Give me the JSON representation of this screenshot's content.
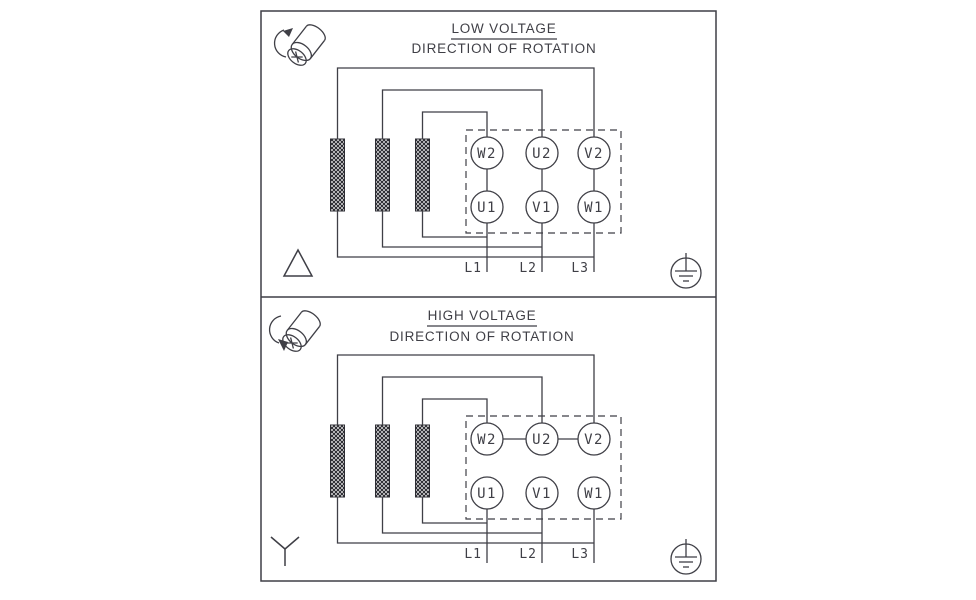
{
  "diagram": {
    "panels": [
      {
        "title": "LOW VOLTAGE",
        "subtitle": "DIRECTION OF ROTATION",
        "terminals_top": [
          "W2",
          "U2",
          "V2"
        ],
        "terminals_bottom": [
          "U1",
          "V1",
          "W1"
        ],
        "supply_lines": [
          "L1",
          "L2",
          "L3"
        ],
        "winding_connection": "delta",
        "rotation_direction": "counterclockwise"
      },
      {
        "title": "HIGH VOLTAGE",
        "subtitle": "DIRECTION OF ROTATION",
        "terminals_top": [
          "W2",
          "U2",
          "V2"
        ],
        "terminals_bottom": [
          "U1",
          "V1",
          "W1"
        ],
        "supply_lines": [
          "L1",
          "L2",
          "L3"
        ],
        "winding_connection": "wye",
        "rotation_direction": "clockwise"
      }
    ],
    "colors": {
      "stroke": "#3f3f46",
      "background": "#ffffff"
    }
  }
}
